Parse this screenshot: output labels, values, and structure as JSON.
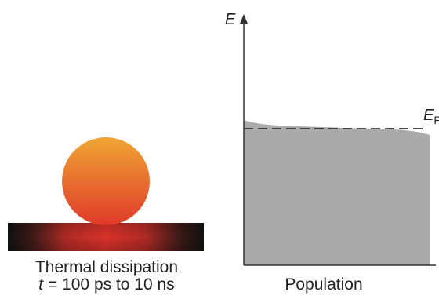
{
  "left_panel": {
    "caption_line1": "Thermal dissipation",
    "caption_line2_var": "t",
    "caption_line2_rest": " = 100 ps to 10 ns"
  },
  "right_panel": {
    "y_axis_label": "E",
    "x_axis_label": "Population",
    "fermi_symbol": "E",
    "fermi_subscript": "F"
  },
  "colors": {
    "particle_top": "#f0a534",
    "particle_bottom": "#e03a2a",
    "substrate_hot": "#d8322a",
    "substrate_edge": "#111111",
    "population_fill": "#aaaaaa",
    "axis": "#333333",
    "fermi_line": "#333333"
  },
  "icons": {
    "y_axis_arrow": "arrow-up-icon"
  }
}
